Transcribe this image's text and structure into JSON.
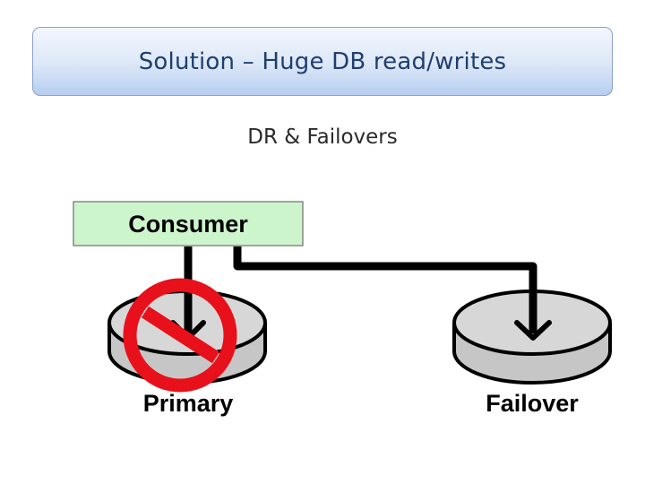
{
  "slide": {
    "title": "Solution – Huge DB read/writes",
    "subtitle": "DR & Failovers"
  },
  "diagram": {
    "consumer_label": "Consumer",
    "primary_label": "Primary",
    "failover_label": "Failover",
    "primary_status": "unavailable",
    "colors": {
      "consumer_fill": "#ccf5cc",
      "consumer_border": "#888888",
      "db_fill": "#c6c6c6",
      "db_top": "#d7d7d7",
      "prohibit": "#e8101a",
      "arrow": "#000000",
      "title_text": "#1f3f6e"
    }
  }
}
